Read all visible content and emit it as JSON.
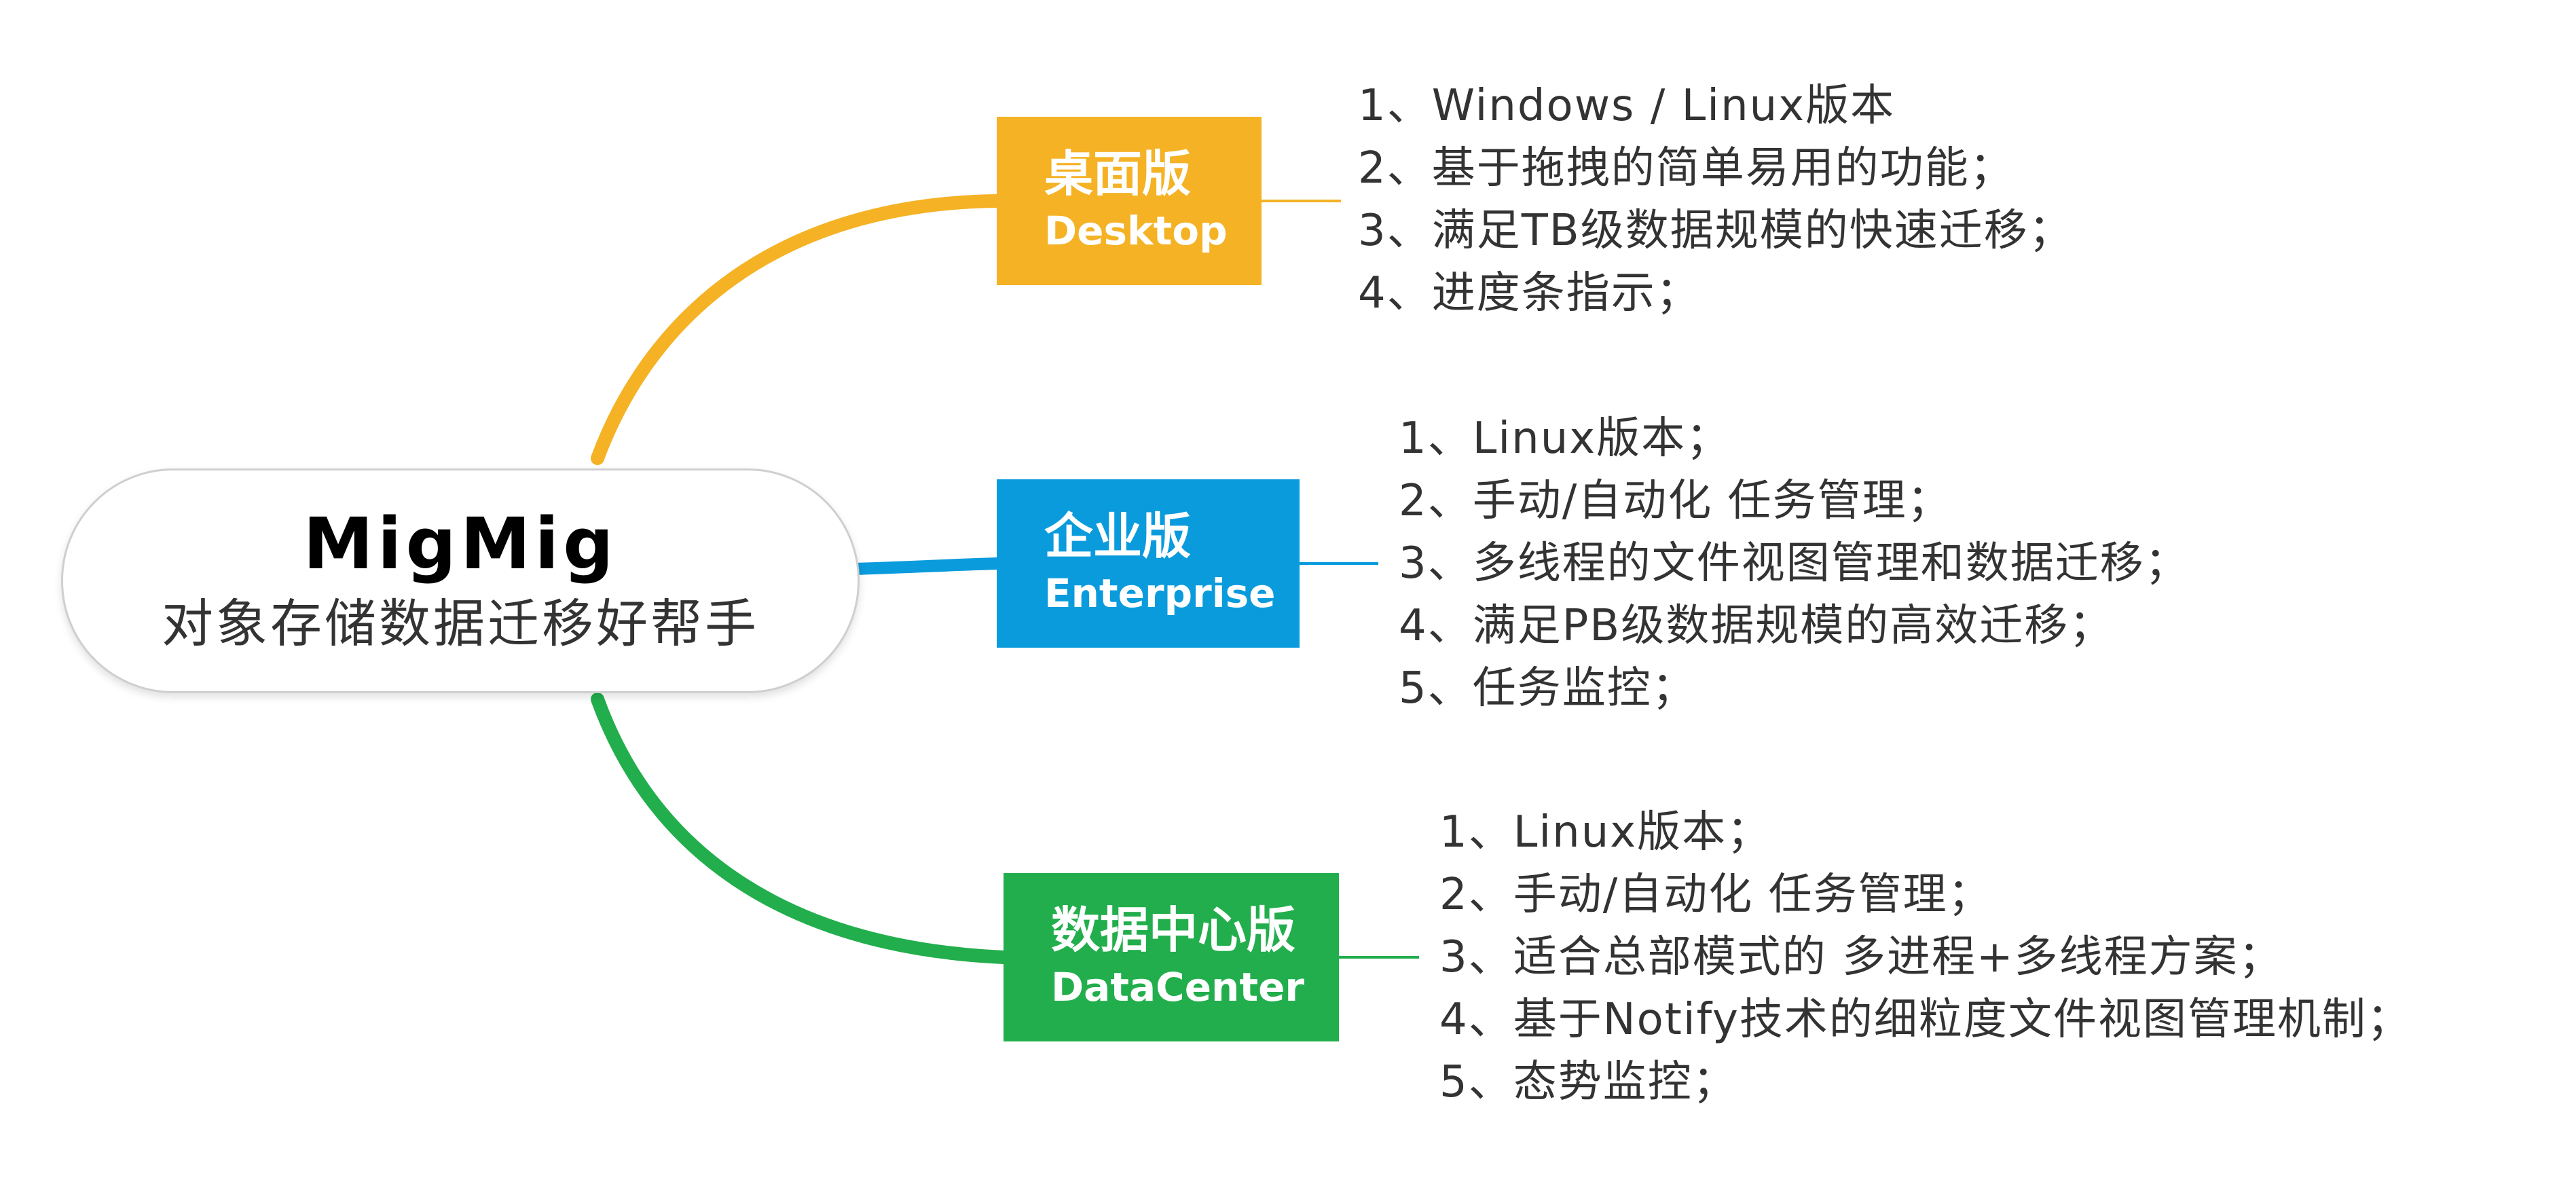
{
  "center": {
    "title": "MigMig",
    "subtitle": "对象存储数据迁移好帮手"
  },
  "colors": {
    "desktop": "#F4B224",
    "enterprise": "#0A9BDC",
    "datacenter": "#22AE4C",
    "text": "#333333"
  },
  "branches": [
    {
      "name_cn": "桌面版",
      "name_en": "Desktop",
      "features": [
        "1、Windows / Linux版本",
        "2、基于拖拽的简单易用的功能；",
        "3、满足TB级数据规模的快速迁移；",
        "4、进度条指示；"
      ]
    },
    {
      "name_cn": "企业版",
      "name_en": "Enterprise",
      "features": [
        "1、Linux版本；",
        "2、手动/自动化 任务管理；",
        "3、多线程的文件视图管理和数据迁移；",
        "4、满足PB级数据规模的高效迁移；",
        "5、任务监控；"
      ]
    },
    {
      "name_cn": "数据中心版",
      "name_en": "DataCenter",
      "features": [
        "1、Linux版本；",
        "2、手动/自动化 任务管理；",
        "3、适合总部模式的 多进程+多线程方案；",
        "4、基于Notify技术的细粒度文件视图管理机制；",
        "5、态势监控；"
      ]
    }
  ]
}
